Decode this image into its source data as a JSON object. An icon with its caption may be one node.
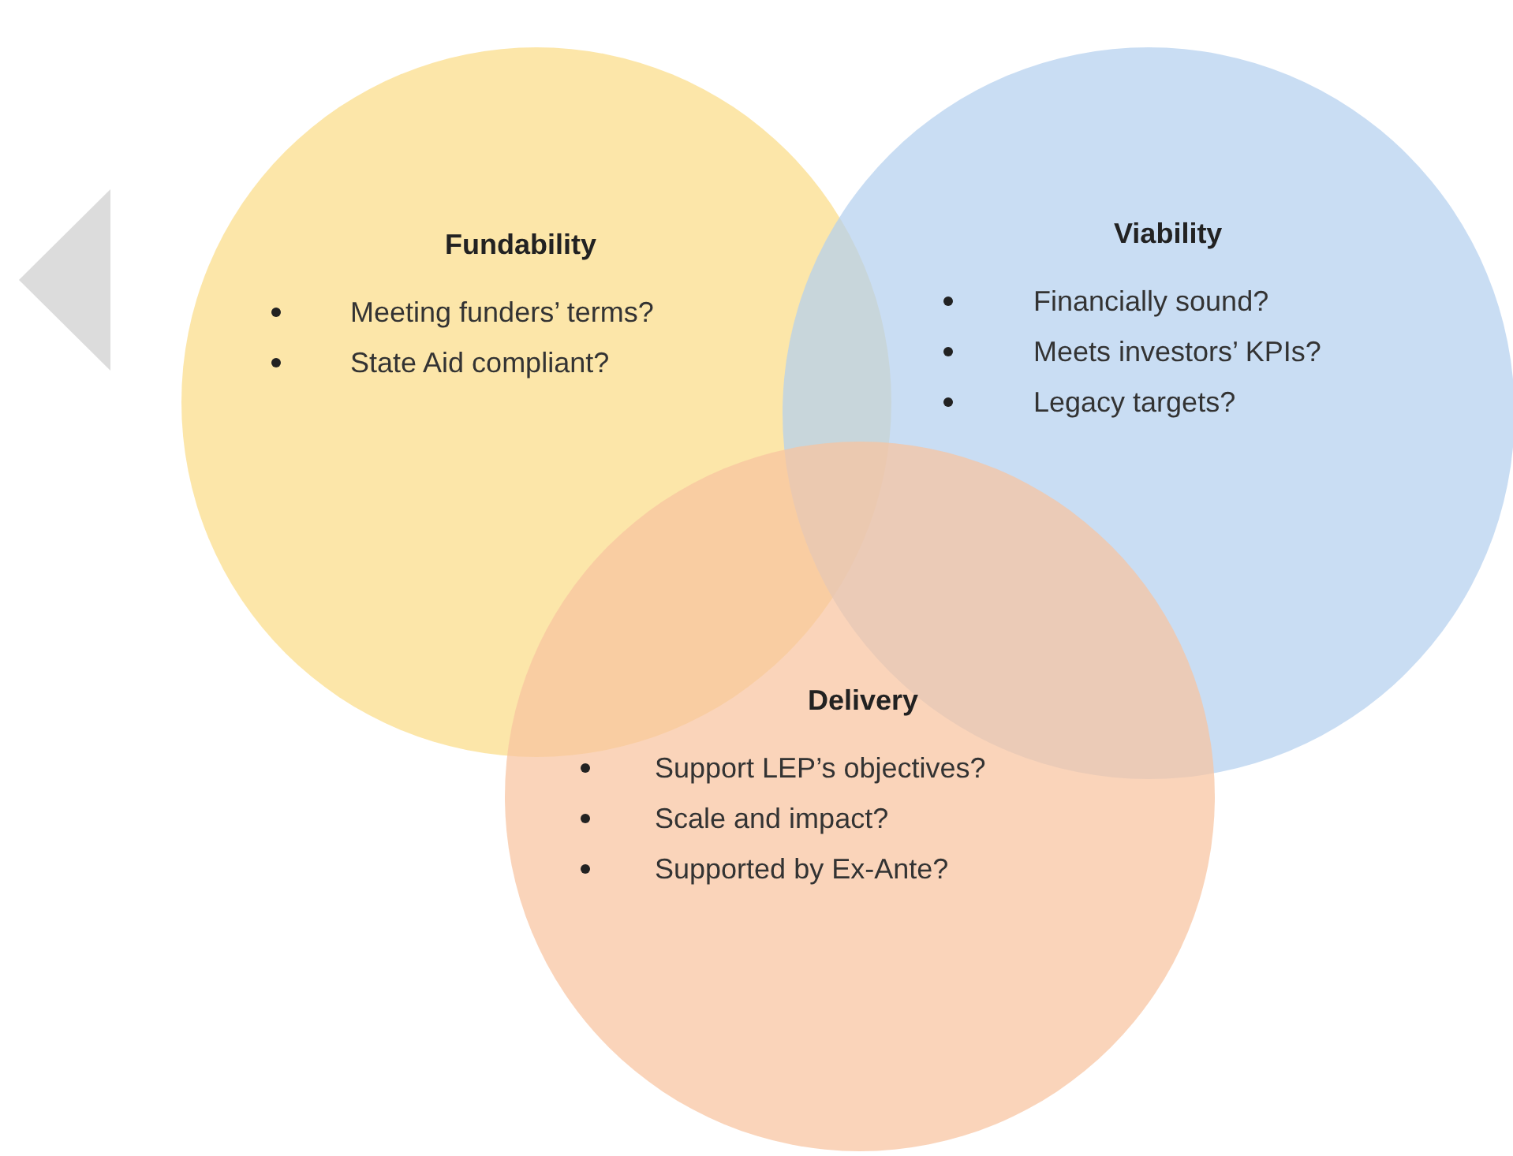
{
  "diagram": {
    "nodes": [
      {
        "text": [
          "Fundability",
          "Meeting funders’ terms?",
          "State Aid compliant?"
        ]
      },
      {
        "text": [
          "Viability",
          "Financially sound?",
          "Meets investors’ KPIs?",
          "Legacy targets?"
        ]
      },
      {
        "text": [
          "Delivery",
          "Support LEP’s objectives?",
          "Scale and impact?",
          "Supported by Ex-Ante?"
        ]
      }
    ]
  }
}
